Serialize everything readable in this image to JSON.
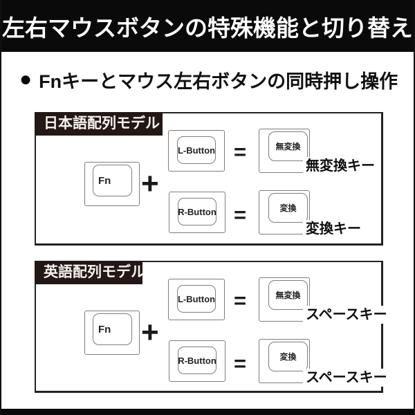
{
  "page": {
    "title": "左右マウスボタンの特殊機能と切り替え",
    "subtitle": "Fnキーとマウス左右ボタンの同時押し操作",
    "bullet_icon": "●"
  },
  "colors": {
    "header_bg": "#0a0a0a",
    "tab_bg": "#231815",
    "box_border": "#222222",
    "key_border": "#7d7d7d",
    "text": "#111111"
  },
  "operators": {
    "plus": "+",
    "equals": "="
  },
  "sections": [
    {
      "label": "日本語配列モデル",
      "fn_key": "Fn",
      "rows": [
        {
          "mouse_button": "L-Button",
          "key_label": "無変換",
          "result": "無変換キー"
        },
        {
          "mouse_button": "R-Button",
          "key_label": "変換",
          "result": "変換キー"
        }
      ]
    },
    {
      "label": "英語配列モデル",
      "fn_key": "Fn",
      "rows": [
        {
          "mouse_button": "L-Button",
          "key_label": "無変換",
          "result": "スペースキー"
        },
        {
          "mouse_button": "R-Button",
          "key_label": "変換",
          "result": "スペースキー"
        }
      ]
    }
  ]
}
